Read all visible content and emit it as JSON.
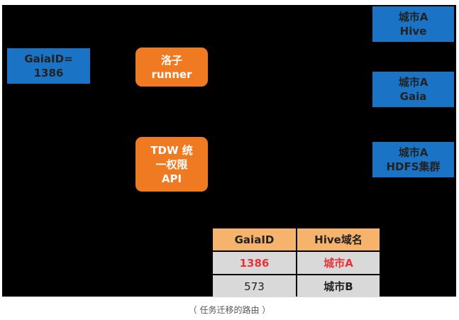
{
  "diagram": {
    "source_box": "GaiaID=\n1386",
    "luozi_runner": "洛子\nrunner",
    "tdw_api": "TDW 统\n一权限\nAPI",
    "targets": [
      "城市A\nHive",
      "城市A\nGaia",
      "城市A\nHDFS集群"
    ]
  },
  "table": {
    "headers": [
      "GaiaID",
      "Hive域名"
    ],
    "rows": [
      [
        "1386",
        "城市A"
      ],
      [
        "573",
        "城市B"
      ]
    ]
  },
  "caption": "（ 任务迁移的路由 ）",
  "colors": {
    "blue": "#1a73c4",
    "orange": "#f07a22",
    "highlight": "#e8333a"
  }
}
